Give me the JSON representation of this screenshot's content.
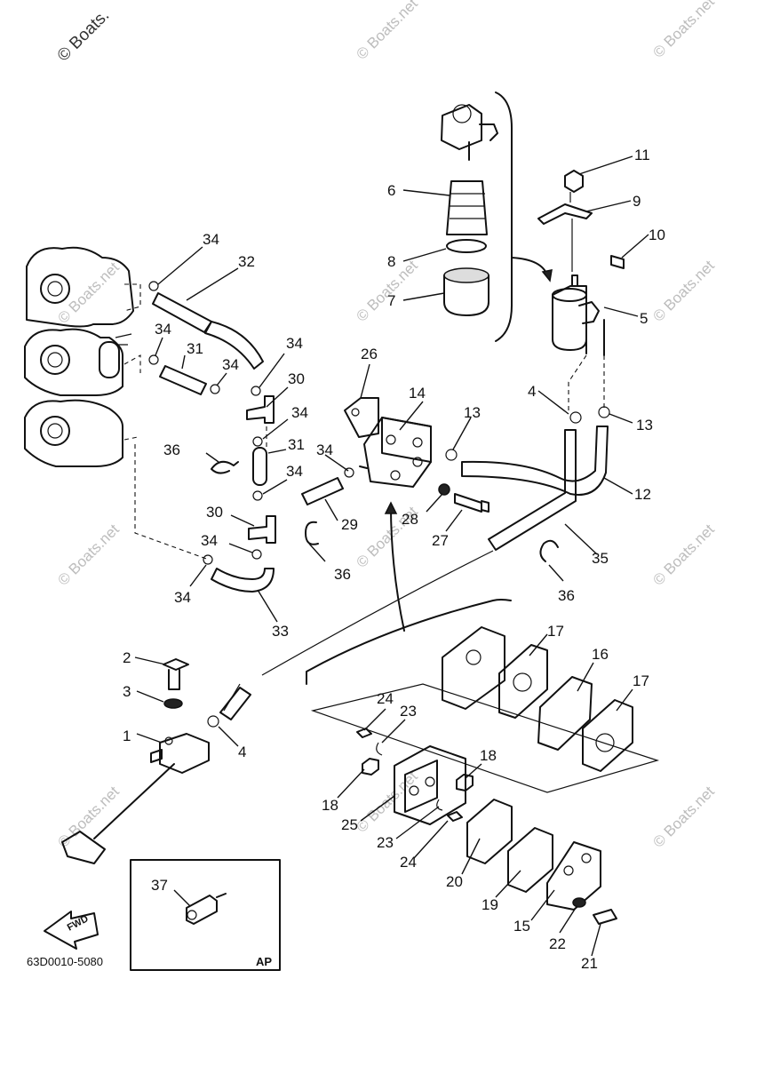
{
  "watermark": {
    "top_left": "© Boats.",
    "repeat": "© Boats.net"
  },
  "diagram_code": "63D0010-5080",
  "inset_label": "AP",
  "fwd_label": "FWD",
  "callouts": {
    "c1": "1",
    "c2": "2",
    "c3": "3",
    "c4a": "4",
    "c4b": "4",
    "c5": "5",
    "c6": "6",
    "c7": "7",
    "c8": "8",
    "c9": "9",
    "c10": "10",
    "c11": "11",
    "c12": "12",
    "c13a": "13",
    "c13b": "13",
    "c14": "14",
    "c15": "15",
    "c16": "16",
    "c17a": "17",
    "c17b": "17",
    "c18a": "18",
    "c18b": "18",
    "c19": "19",
    "c20": "20",
    "c21": "21",
    "c22": "22",
    "c23a": "23",
    "c23b": "23",
    "c24a": "24",
    "c24b": "24",
    "c25": "25",
    "c26": "26",
    "c27": "27",
    "c28": "28",
    "c29": "29",
    "c30a": "30",
    "c30b": "30",
    "c31a": "31",
    "c31b": "31",
    "c32": "32",
    "c33": "33",
    "c34a": "34",
    "c34b": "34",
    "c34c": "34",
    "c34d": "34",
    "c34e": "34",
    "c34f": "34",
    "c34g": "34",
    "c34h": "34",
    "c35": "35",
    "c36a": "36",
    "c36b": "36",
    "c36c": "36",
    "c37": "37"
  }
}
